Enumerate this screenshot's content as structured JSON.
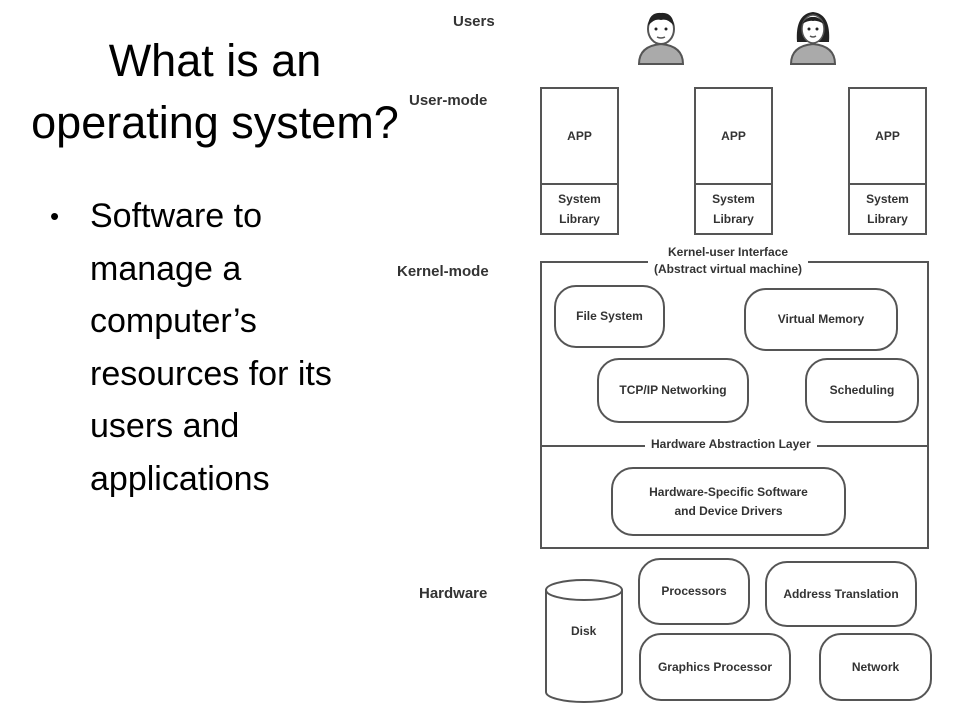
{
  "title": {
    "line1": "What is an",
    "line2": "operating system?"
  },
  "bullet": {
    "marker": "•",
    "lines": [
      "Software to",
      "manage a",
      "computer’s",
      "resources for its",
      "users and",
      "applications"
    ]
  },
  "diagram": {
    "labels": {
      "users": "Users",
      "user_mode": "User-mode",
      "kernel_mode": "Kernel-mode",
      "hardware": "Hardware"
    },
    "apps": [
      {
        "name": "APP",
        "lib_line1": "System",
        "lib_line2": "Library"
      },
      {
        "name": "APP",
        "lib_line1": "System",
        "lib_line2": "Library"
      },
      {
        "name": "APP",
        "lib_line1": "System",
        "lib_line2": "Library"
      }
    ],
    "kernel_interface": {
      "line1": "Kernel-user Interface",
      "line2": "(Abstract virtual machine)"
    },
    "kernel_components": {
      "file_system": "File System",
      "virtual_memory": "Virtual Memory",
      "networking": "TCP/IP Networking",
      "scheduling": "Scheduling"
    },
    "hal": "Hardware Abstraction Layer",
    "drivers": {
      "line1": "Hardware-Specific Software",
      "line2": "and Device Drivers"
    },
    "hardware_components": {
      "disk": "Disk",
      "processors": "Processors",
      "address_translation": "Address Translation",
      "graphics": "Graphics Processor",
      "network": "Network"
    },
    "icons": {
      "user1": "male-user-icon",
      "user2": "female-user-icon"
    }
  }
}
